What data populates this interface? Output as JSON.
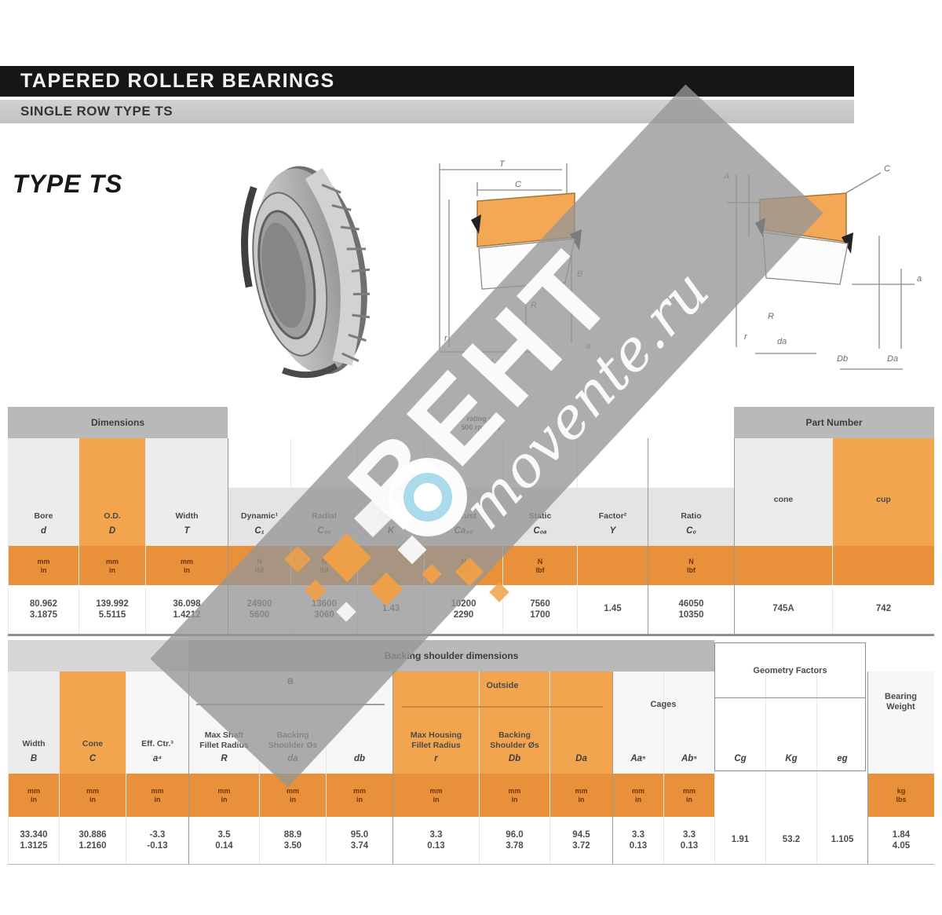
{
  "header": {
    "title": "TAPERED ROLLER BEARINGS",
    "subtitle": "SINGLE ROW TYPE TS"
  },
  "page": {
    "type_label": "TYPE TS"
  },
  "watermark": {
    "brand": "ВЕНТ",
    "site": "movente.ru"
  },
  "diagram1": {
    "dims": {
      "T": "T",
      "C": "C",
      "B": "B",
      "r": "r",
      "R": "R",
      "d": "d",
      "a": "a"
    }
  },
  "diagram2": {
    "dims": {
      "A": "A",
      "C": "C",
      "a": "a",
      "da": "da",
      "Db": "Db",
      "Da": "Da",
      "R": "R",
      "r": "r"
    }
  },
  "table1": {
    "groups": {
      "dimensions": "Dimensions",
      "ratings_line1": "rating at",
      "ratings_line2": "500 rpm L₁₀",
      "part_number": "Part Number"
    },
    "cols": [
      {
        "w": 90,
        "cls": "bg-lt",
        "lab1": "Bore",
        "sym": "d",
        "u1": "mm",
        "u2": "in",
        "v1": "80.962",
        "v2": "3.1875"
      },
      {
        "w": 85,
        "cls": "bg-or",
        "lab1": "O.D.",
        "sym": "D",
        "u1": "mm",
        "u2": "in",
        "v1": "139.992",
        "v2": "5.5115"
      },
      {
        "w": 105,
        "cls": "bg-lt",
        "lab1": "Width",
        "sym": "T",
        "u1": "mm",
        "u2": "in",
        "v1": "36.098",
        "v2": "1.4212"
      },
      {
        "w": 80,
        "cls": "bg-mid dl",
        "lab1": "Dynamic¹",
        "sym": "C₁",
        "u1": "N",
        "u2": "lbf",
        "v1": "24900",
        "v2": "5600"
      },
      {
        "w": 85,
        "cls": "bg-mid",
        "lab1": "Radial",
        "sym": "C₉₀",
        "u1": "N",
        "u2": "lbf",
        "v1": "13600",
        "v2": "3060"
      },
      {
        "w": 85,
        "cls": "bg-mid",
        "lab1": "Factor",
        "sym": "K",
        "v1": "1.43"
      },
      {
        "w": 100,
        "cls": "bg-mid",
        "lab1": "Thrust",
        "sym": "Ca₉₀",
        "u1": "N",
        "u2": "lbf",
        "v1": "10200",
        "v2": "2290"
      },
      {
        "w": 95,
        "cls": "bg-mid",
        "lab1": "Static",
        "sym": "C₀ₐ",
        "u1": "N",
        "u2": "lbf",
        "v1": "7560",
        "v2": "1700"
      },
      {
        "w": 90,
        "cls": "bg-mid",
        "lab1": "Factor²",
        "sym": "Y",
        "v1": "1.45"
      },
      {
        "w": 110,
        "cls": "bg-mid dl",
        "lab1": "Ratio",
        "sym": "C₀",
        "u1": "N",
        "u2": "lbf",
        "v1": "46050",
        "v2": "10350"
      },
      {
        "w": 125,
        "cls": "bg-lt pb40 dl",
        "lab1": "cone",
        "v1": "745A"
      },
      {
        "w": 130,
        "cls": "bg-or pb40",
        "lab1": "cup",
        "v1": "742"
      }
    ]
  },
  "table2": {
    "groups": {
      "backing": "Backing shoulder dimensions",
      "shaft": "B",
      "cup": "Outside",
      "cages": "Cages",
      "geometry": "Geometry Factors",
      "weight_line1": "Bearing",
      "weight_line2": "Weight"
    },
    "cols": [
      {
        "w": 65,
        "cls": "bg-lt",
        "lab1": "Width",
        "sym": "B",
        "u1": "mm",
        "u2": "in",
        "v1": "33.340",
        "v2": "1.3125"
      },
      {
        "w": 85,
        "cls": "bg-or",
        "lab1": "Cone",
        "sym": "C",
        "u1": "mm",
        "u2": "in",
        "v1": "30.886",
        "v2": "1.2160"
      },
      {
        "w": 80,
        "cls": "bg-wh",
        "lab1": "Eff. Ctr.³",
        "sym": "a⁴",
        "u1": "mm",
        "u2": "in",
        "v1": "-3.3",
        "v2": "-0.13"
      },
      {
        "w": 90,
        "cls": "bg-wh dl",
        "lab1": "Max Shaft",
        "lab2": "Fillet Radius",
        "sym": "R",
        "u1": "mm",
        "u2": "in",
        "v1": "3.5",
        "v2": "0.14"
      },
      {
        "w": 85,
        "cls": "bg-wh",
        "lab1": "Backing",
        "lab2": "Shoulder Øs",
        "sym": "da",
        "u1": "mm",
        "u2": "in",
        "v1": "88.9",
        "v2": "3.50"
      },
      {
        "w": 85,
        "cls": "bg-wh",
        "sym": "db",
        "u1": "mm",
        "u2": "in",
        "v1": "95.0",
        "v2": "3.74"
      },
      {
        "w": 110,
        "cls": "bg-or dl",
        "lab1": "Max Housing",
        "lab2": "Fillet Radius",
        "sym": "r",
        "u1": "mm",
        "u2": "in",
        "v1": "3.3",
        "v2": "0.13"
      },
      {
        "w": 90,
        "cls": "bg-or",
        "lab1": "Backing",
        "lab2": "Shoulder Øs",
        "sym": "Db",
        "u1": "mm",
        "u2": "in",
        "v1": "96.0",
        "v2": "3.78"
      },
      {
        "w": 80,
        "cls": "bg-or",
        "sym": "Da",
        "u1": "mm",
        "u2": "in",
        "v1": "94.5",
        "v2": "3.72"
      },
      {
        "w": 65,
        "cls": "bg-wh dl",
        "sym": "Aa⁵",
        "u1": "mm",
        "u2": "in",
        "v1": "3.3",
        "v2": "0.13"
      },
      {
        "w": 65,
        "cls": "bg-wh",
        "sym": "Ab⁵",
        "u1": "mm",
        "u2": "in",
        "v1": "3.3",
        "v2": "0.13"
      },
      {
        "w": 65,
        "cls": "bg-geo",
        "sym": "Cg",
        "v1": "1.91"
      },
      {
        "w": 65,
        "cls": "bg-geo",
        "sym": "Kg",
        "v1": "53.2"
      },
      {
        "w": 65,
        "cls": "bg-geo",
        "sym": "eg",
        "v1": "1.105"
      },
      {
        "w": 85,
        "cls": "bg-wh dl",
        "u1": "kg",
        "u2": "lbs",
        "v1": "1.84",
        "v2": "4.05"
      }
    ]
  }
}
